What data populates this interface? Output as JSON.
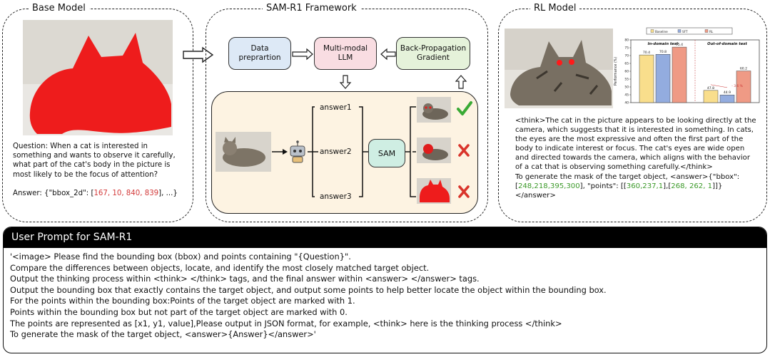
{
  "base_panel": {
    "title": "Base Model",
    "question": "Question: When a cat is interested in something and wants to observe it carefully, what part of the cat's body in the picture is most likely to be the focus of attention?",
    "answer_prefix": "Answer: {\"bbox_2d\": [",
    "answer_values": "167, 10, 840, 839",
    "answer_suffix": "], ...}"
  },
  "framework_panel": {
    "title": "SAM-R1 Framework",
    "data_box": "Data preprartion",
    "llm_box": "Multi-modal LLM",
    "grad_box": "Back-Propagation Gradient",
    "answers": [
      "answer1",
      "answer2",
      "answer3"
    ],
    "sam_label": "SAM"
  },
  "rl_panel": {
    "title": "RL Model",
    "thinking": "<think>The cat in the picture appears to be looking directly at the camera, which suggests that it is interested in something. In cats, the eyes are the most expressive and often the first part of the body to indicate interest or focus. The cat's eyes are wide open and directed towards the camera, which aligns with the behavior of a cat that is observing something carefully.</think>",
    "answer_intro": "To generate the mask of the target object, <answer>{\"bbox\": [",
    "bbox_values": "248,218,395,300",
    "points_prefix": "], \"points\": [[",
    "point1": "360,237,1",
    "points_mid": "],[",
    "point2": "268, 262, 1",
    "points_suffix": "]]}",
    "answer_close": "</answer>"
  },
  "chart_data": {
    "type": "bar",
    "legend": [
      "Baseline",
      "SFT",
      "RL"
    ],
    "ylabel": "Performance (%)",
    "ylim": [
      40,
      80
    ],
    "groups": [
      {
        "title": "In-domain test",
        "values": [
          70.4,
          70.8,
          75.4
        ]
      },
      {
        "title": "Out-of-domain test",
        "values": [
          47.8,
          44.9,
          60.2
        ]
      }
    ],
    "annotation": "- 3.6 %",
    "colors": [
      "#f9de8c",
      "#93acdf",
      "#ef9a85"
    ]
  },
  "prompt": {
    "title": "User Prompt for SAM-R1",
    "lines": [
      "'<image> Please find the bounding box (bbox) and points containing \"{Question}\".",
      "Compare the differences between objects, locate, and identify the most closely matched target object.",
      "Output the thinking process within <think> </think> tags, and the final answer within <answer> </answer> tags.",
      "Output the bounding box that exactly contains the target object, and output some points to help better locate the object within the bounding box.",
      "For the points within the bounding box:Points of the target object are marked with 1.",
      "Points within the bounding box but not part of the target object are marked with 0.",
      "The points are represented as [x1, y1, value],Please output in JSON format, for example, <think> here is the thinking process </think>",
      "To generate the mask of the target object, <answer>{Answer}</answer>'"
    ]
  }
}
